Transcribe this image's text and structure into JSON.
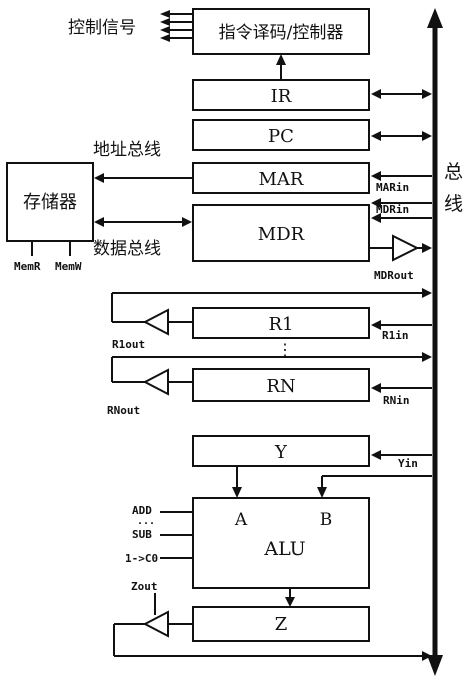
{
  "diagram": {
    "bus_label": "总线",
    "control": {
      "box_label": "指令译码/控制器",
      "signals_label": "控制信号"
    },
    "registers": {
      "ir": "IR",
      "pc": "PC",
      "mar": "MAR",
      "mdr": "MDR",
      "r1": "R1",
      "rn": "RN",
      "y": "Y",
      "z": "Z",
      "ellipsis": "⋮"
    },
    "memory": {
      "label": "存储器",
      "address_bus": "地址总线",
      "data_bus": "数据总线",
      "mem_read": "MemR",
      "mem_write": "MemW"
    },
    "alu": {
      "label": "ALU",
      "input_a": "A",
      "input_b": "B",
      "ops": [
        "ADD",
        "SUB",
        "1->C0"
      ],
      "ops_dots": "..."
    },
    "signals": {
      "mar_in": "MARin",
      "mdr_in": "MDRin",
      "mdr_out": "MDRout",
      "r1_out": "R1out",
      "r1_in": "R1in",
      "rn_out": "RNout",
      "rn_in": "RNin",
      "y_in": "Yin",
      "z_out": "Zout"
    }
  }
}
